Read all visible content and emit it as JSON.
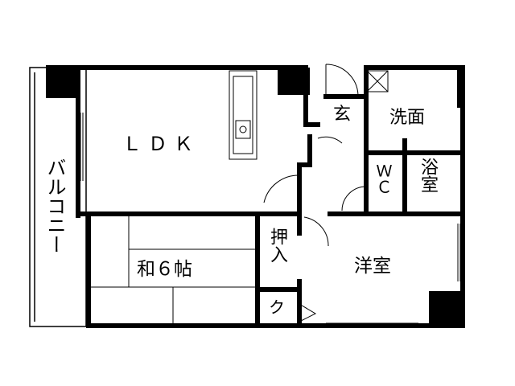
{
  "rooms": {
    "ldk": "ＬＤＫ",
    "washroom": "洗面",
    "entrance": "玄",
    "bath": "浴室",
    "wc": "ＷＣ",
    "balcony": "バルコニー",
    "japanese_room": "和６帖",
    "closet": "押入",
    "western_room": "洋室",
    "storage": "ク"
  }
}
